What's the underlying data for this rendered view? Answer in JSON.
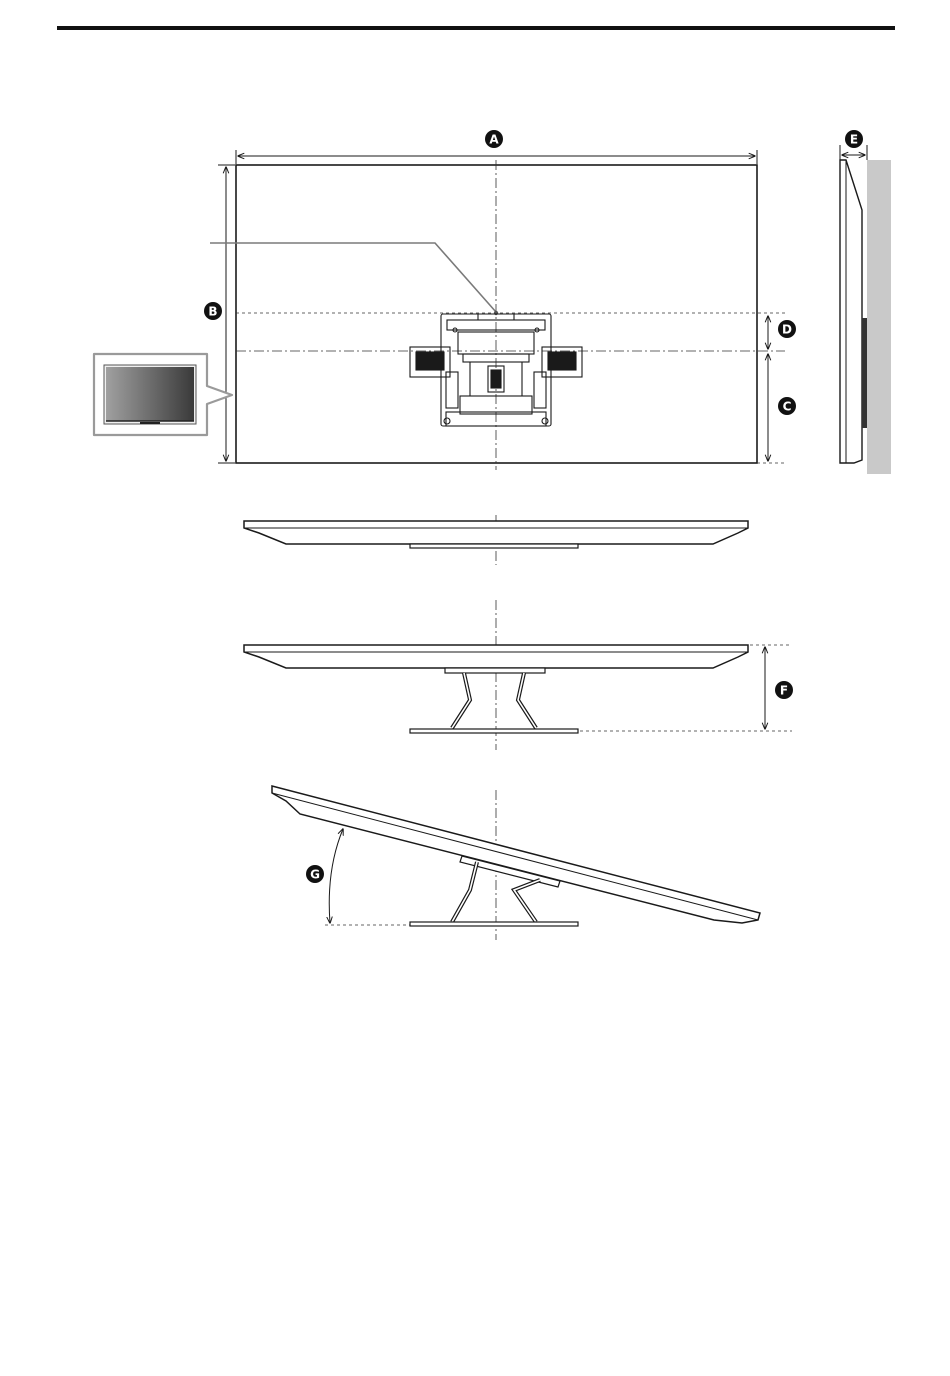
{
  "labels": {
    "a": "A",
    "b": "B",
    "c": "C",
    "d": "D",
    "e": "E",
    "f": "F",
    "g": "G"
  },
  "colors": {
    "ink": "#1a1a1a",
    "label_fill": "#111111",
    "wall": "#c9c9c9",
    "callout_border": "#9a9a9a",
    "screen_dark": "#3a3a3a",
    "screen_light": "#9a9a9a"
  }
}
